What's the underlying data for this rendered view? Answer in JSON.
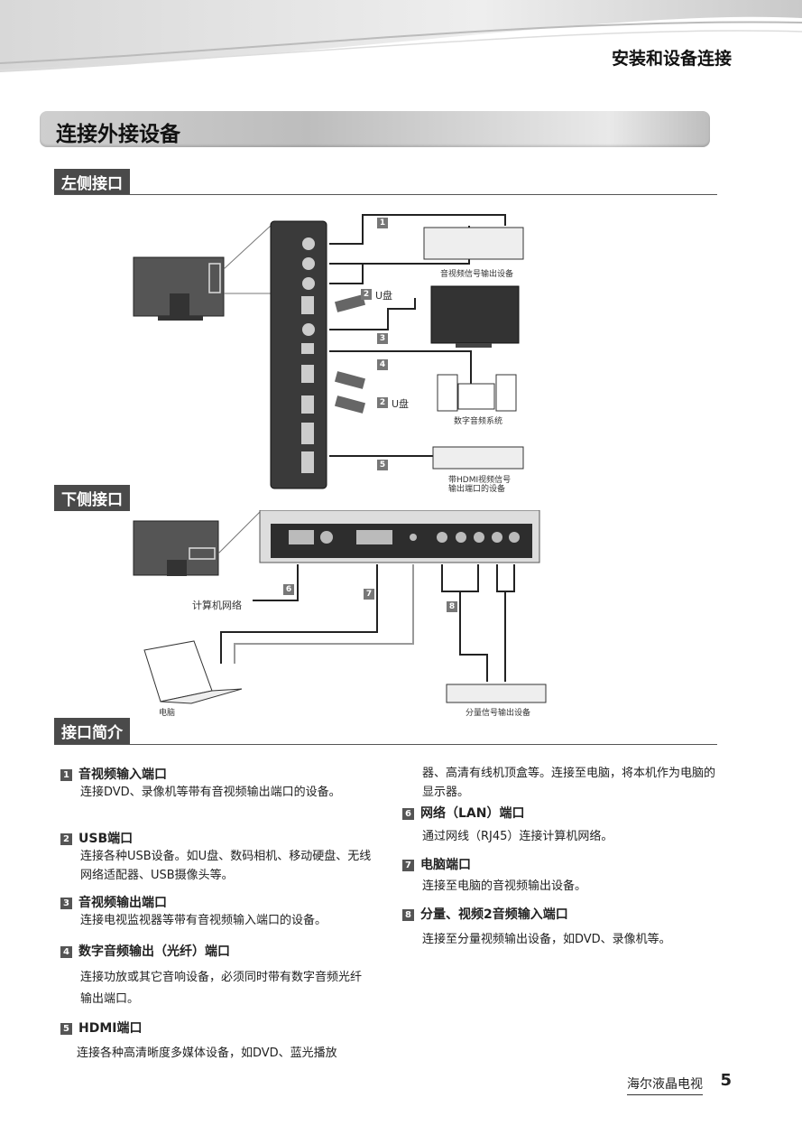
{
  "header": {
    "chapter": "安装和设备连接"
  },
  "section_title": "连接外接设备",
  "left_ports": {
    "tag": "左侧接口",
    "labels": {
      "av_out_device": "音视频信号输出设备",
      "usb1": "U盘",
      "usb2": "U盘",
      "digital_audio": "数字音频系统",
      "hdmi_device_line1": "带HDMI视频信号",
      "hdmi_device_line2": "输出端口的设备"
    },
    "numbers": [
      "1",
      "2",
      "3",
      "4",
      "2",
      "5"
    ]
  },
  "bottom_ports": {
    "tag": "下侧接口",
    "labels": {
      "network": "计算机网络",
      "pc": "电脑",
      "component_device": "分量信号输出设备"
    },
    "numbers": [
      "6",
      "7",
      "8"
    ]
  },
  "intro": {
    "tag": "接口简介",
    "items": [
      {
        "num": "1",
        "title": "音视频输入端口",
        "desc": "连接DVD、录像机等带有音视频输出端口的设备。"
      },
      {
        "num": "2",
        "title": "USB端口",
        "desc": "连接各种USB设备。如U盘、数码相机、移动硬盘、无线网络适配器、USB摄像头等。"
      },
      {
        "num": "3",
        "title": "音视频输出端口",
        "desc": "连接电视监视器等带有音视频输入端口的设备。"
      },
      {
        "num": "4",
        "title": "数字音频输出（光纤）端口",
        "desc": "连接功放或其它音响设备，必须同时带有数字音频光纤输出端口。"
      },
      {
        "num": "5",
        "title": "HDMI端口",
        "desc": "连接各种高清晰度多媒体设备，如DVD、蓝光播放"
      },
      {
        "num": "",
        "title": "",
        "desc": "器、高清有线机顶盒等。连接至电脑，将本机作为电脑的显示器。"
      },
      {
        "num": "6",
        "title": "网络（LAN）端口",
        "desc": "通过网线（RJ45）连接计算机网络。"
      },
      {
        "num": "7",
        "title": "电脑端口",
        "desc": "连接至电脑的音视频输出设备。"
      },
      {
        "num": "8",
        "title": "分量、视频2音频输入端口",
        "desc": "连接至分量视频输出设备，如DVD、录像机等。"
      }
    ]
  },
  "footer": {
    "brand": "海尔液晶电视",
    "page": "5"
  }
}
